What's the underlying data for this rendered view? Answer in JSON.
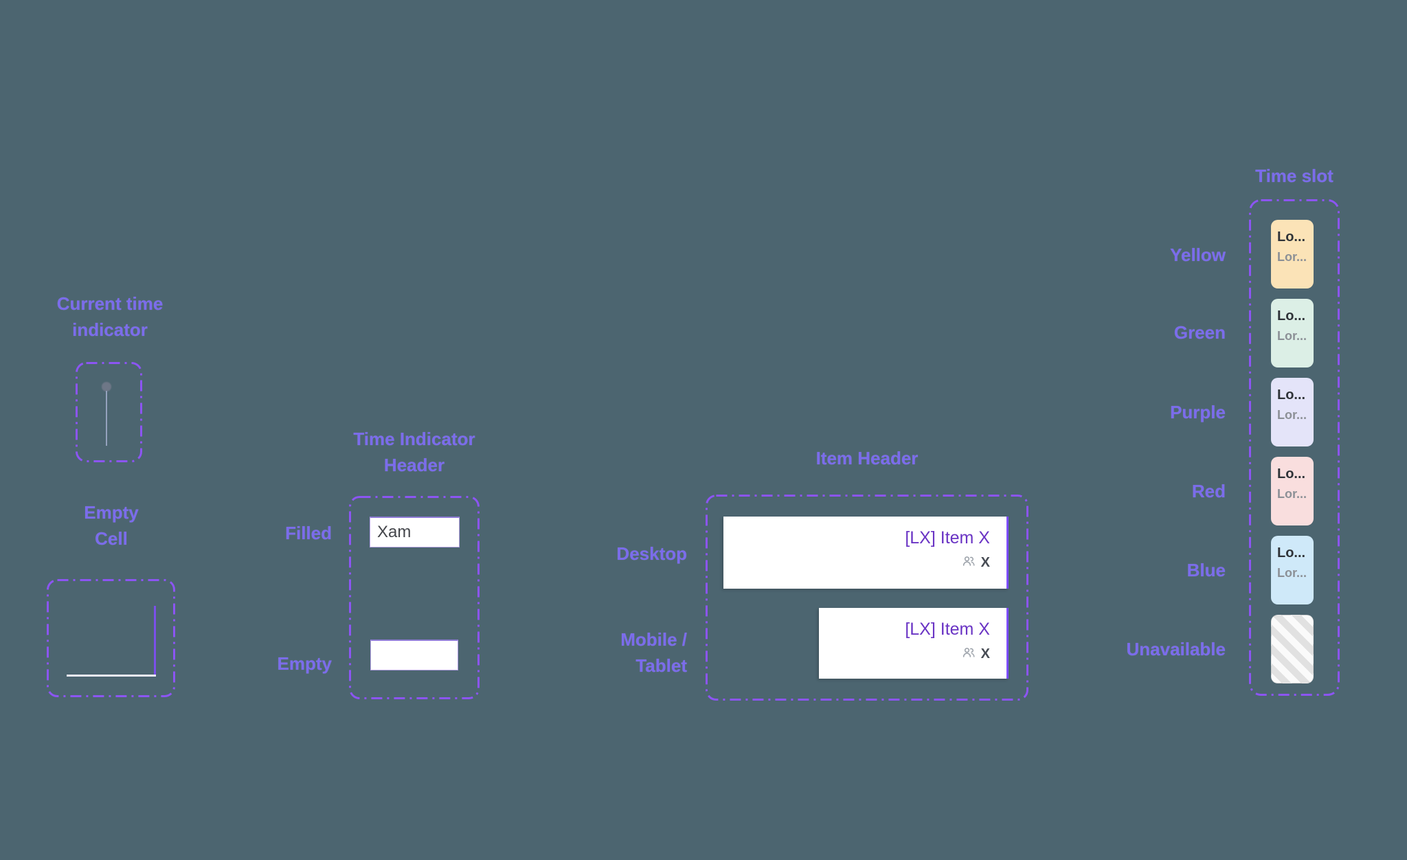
{
  "canvas": {
    "background": "#4C6570"
  },
  "palette": {
    "label_purple": "#7B6CEC",
    "dash_purple": "#8C55F3",
    "card_title_purple": "#6A34C4",
    "card_border_purple": "#7C4DFF"
  },
  "current_time": {
    "title": "Current time\nindicator"
  },
  "empty_cell": {
    "title": "Empty\nCell"
  },
  "time_indicator_header": {
    "title": "Time Indicator\nHeader",
    "filled_label": "Filled",
    "filled_value": "Xam",
    "empty_label": "Empty",
    "empty_value": ""
  },
  "item_header": {
    "title": "Item Header",
    "desktop_label": "Desktop",
    "mobile_label": "Mobile /\nTablet",
    "desktop_card": {
      "title": "[LX] Item X",
      "attendee_count": "X"
    },
    "mobile_card": {
      "title": "[LX] Item X",
      "attendee_count": "X"
    }
  },
  "time_slot": {
    "title": "Time slot",
    "slots": [
      {
        "label": "Yellow",
        "color": "#FBE3B7",
        "line1": "Lo...",
        "line2": "Lor..."
      },
      {
        "label": "Green",
        "color": "#DCEFE6",
        "line1": "Lo...",
        "line2": "Lor..."
      },
      {
        "label": "Purple",
        "color": "#E4E4F9",
        "line1": "Lo...",
        "line2": "Lor..."
      },
      {
        "label": "Red",
        "color": "#F9DEDE",
        "line1": "Lo...",
        "line2": "Lor..."
      },
      {
        "label": "Blue",
        "color": "#CFE9F9",
        "line1": "Lo...",
        "line2": "Lor..."
      },
      {
        "label": "Unavailable",
        "pattern": "striped"
      }
    ]
  }
}
